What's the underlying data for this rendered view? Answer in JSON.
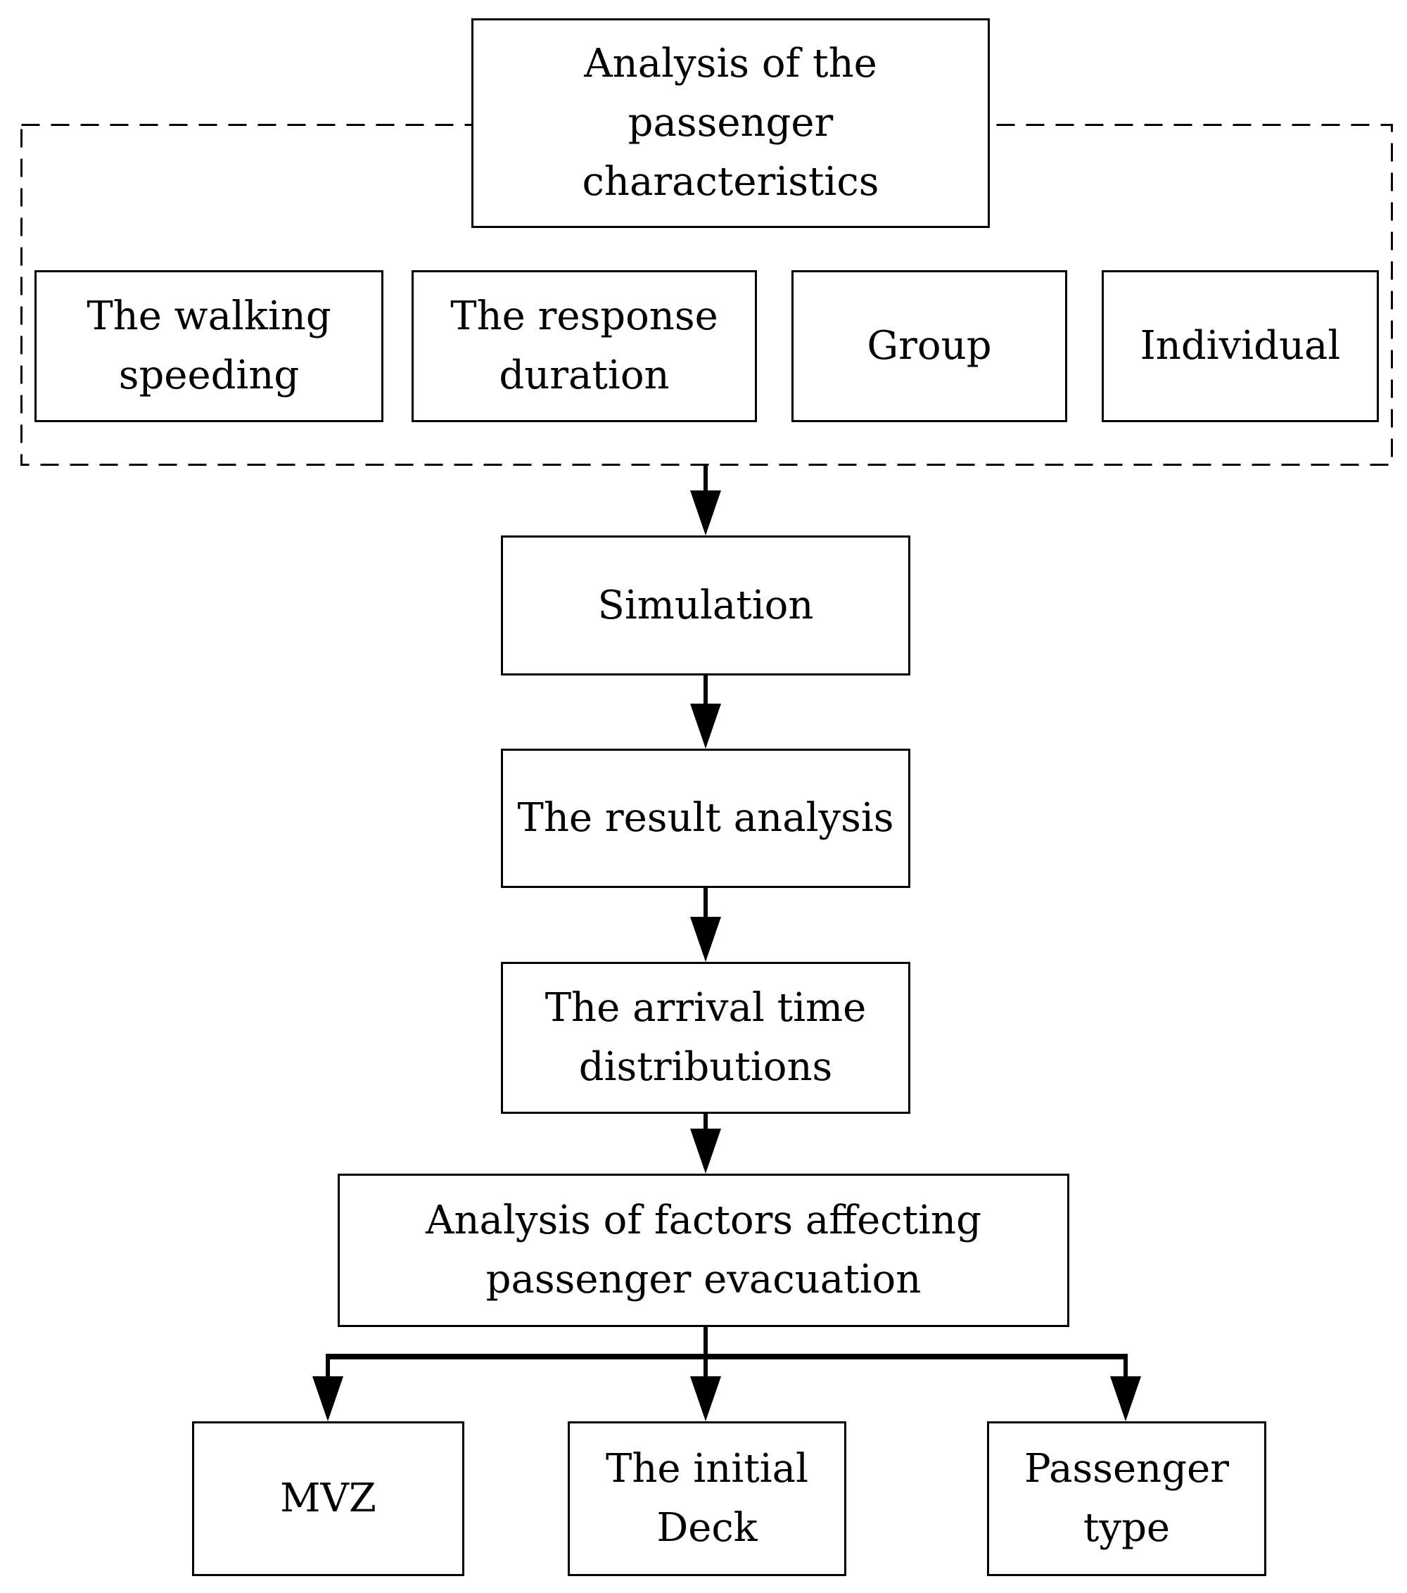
{
  "top_box": {
    "label": "Analysis of the\npassenger\ncharacteristics"
  },
  "characteristics": [
    {
      "label": "The walking\nspeeding"
    },
    {
      "label": "The response\nduration"
    },
    {
      "label": "Group"
    },
    {
      "label": "Individual"
    }
  ],
  "flow": [
    {
      "label": "Simulation"
    },
    {
      "label": "The result analysis"
    },
    {
      "label": "The arrival time\ndistributions"
    },
    {
      "label": "Analysis of factors affecting\npassenger evacuation"
    }
  ],
  "factors": [
    {
      "label": "MVZ"
    },
    {
      "label": "The initial\nDeck"
    },
    {
      "label": "Passenger\ntype"
    }
  ],
  "colors": {
    "line": "#000000",
    "background": "#ffffff",
    "box_fill": "#ffffff"
  }
}
